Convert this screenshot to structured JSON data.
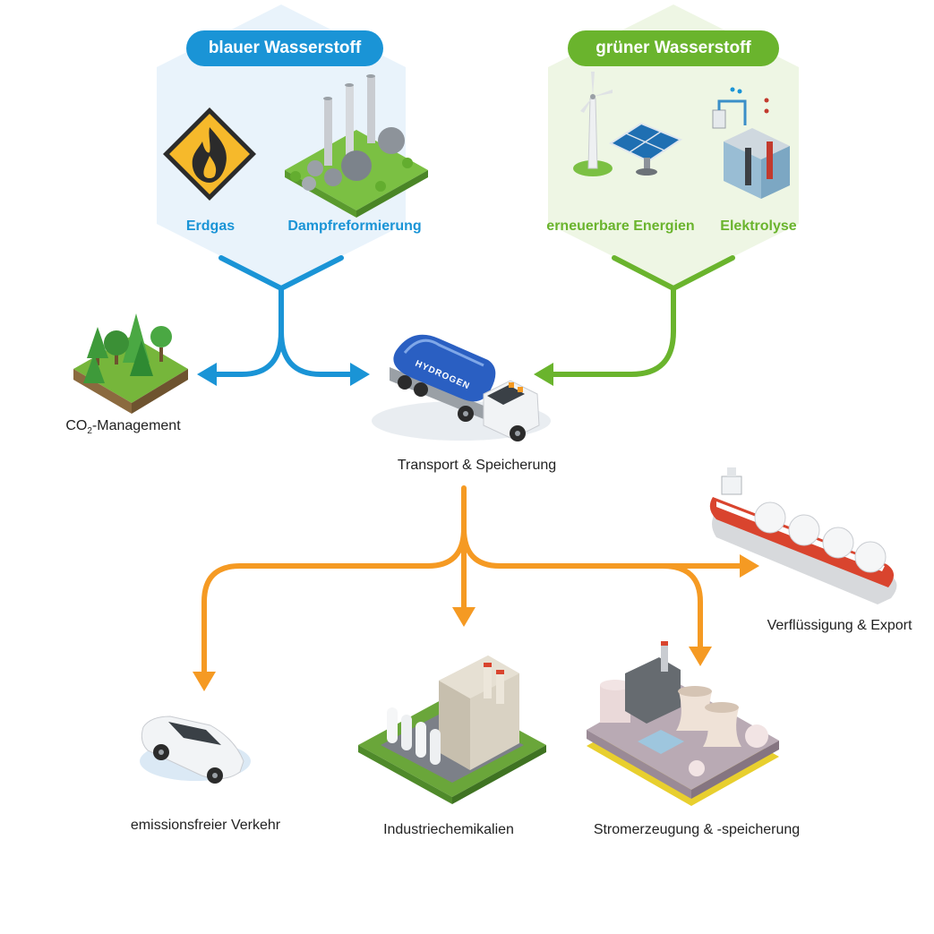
{
  "colors": {
    "blue": "#1a94d6",
    "green": "#6ab42d",
    "orange": "#f59a23",
    "blue_bg": "#e9f3fb",
    "green_bg": "#eef6e4"
  },
  "blue_hydrogen": {
    "title": "blauer Wasserstoff",
    "sources": [
      {
        "label": "Erdgas",
        "icon": "flame-warning-icon"
      },
      {
        "label": "Dampfreformierung",
        "icon": "refinery-icon"
      }
    ]
  },
  "green_hydrogen": {
    "title": "grüner Wasserstoff",
    "sources": [
      {
        "label": "erneuerbare Energien",
        "icon": "wind-solar-icon"
      },
      {
        "label": "Elektrolyse",
        "icon": "electrolyzer-icon"
      }
    ]
  },
  "center": {
    "label": "Transport & Speicherung",
    "truck_text": "HYDROGEN",
    "icon": "hydrogen-truck-icon"
  },
  "co2": {
    "prefix": "CO",
    "sub": "2",
    "suffix": "-Management",
    "icon": "forest-icon"
  },
  "outputs": [
    {
      "label": "emissionsfreier Verkehr",
      "icon": "car-icon"
    },
    {
      "label": "Industriechemikalien",
      "icon": "chemical-plant-icon"
    },
    {
      "label": "Stromerzeugung & -speicherung",
      "icon": "power-plant-icon"
    },
    {
      "label": "Verflüssigung & Export",
      "icon": "lng-ship-icon"
    }
  ]
}
